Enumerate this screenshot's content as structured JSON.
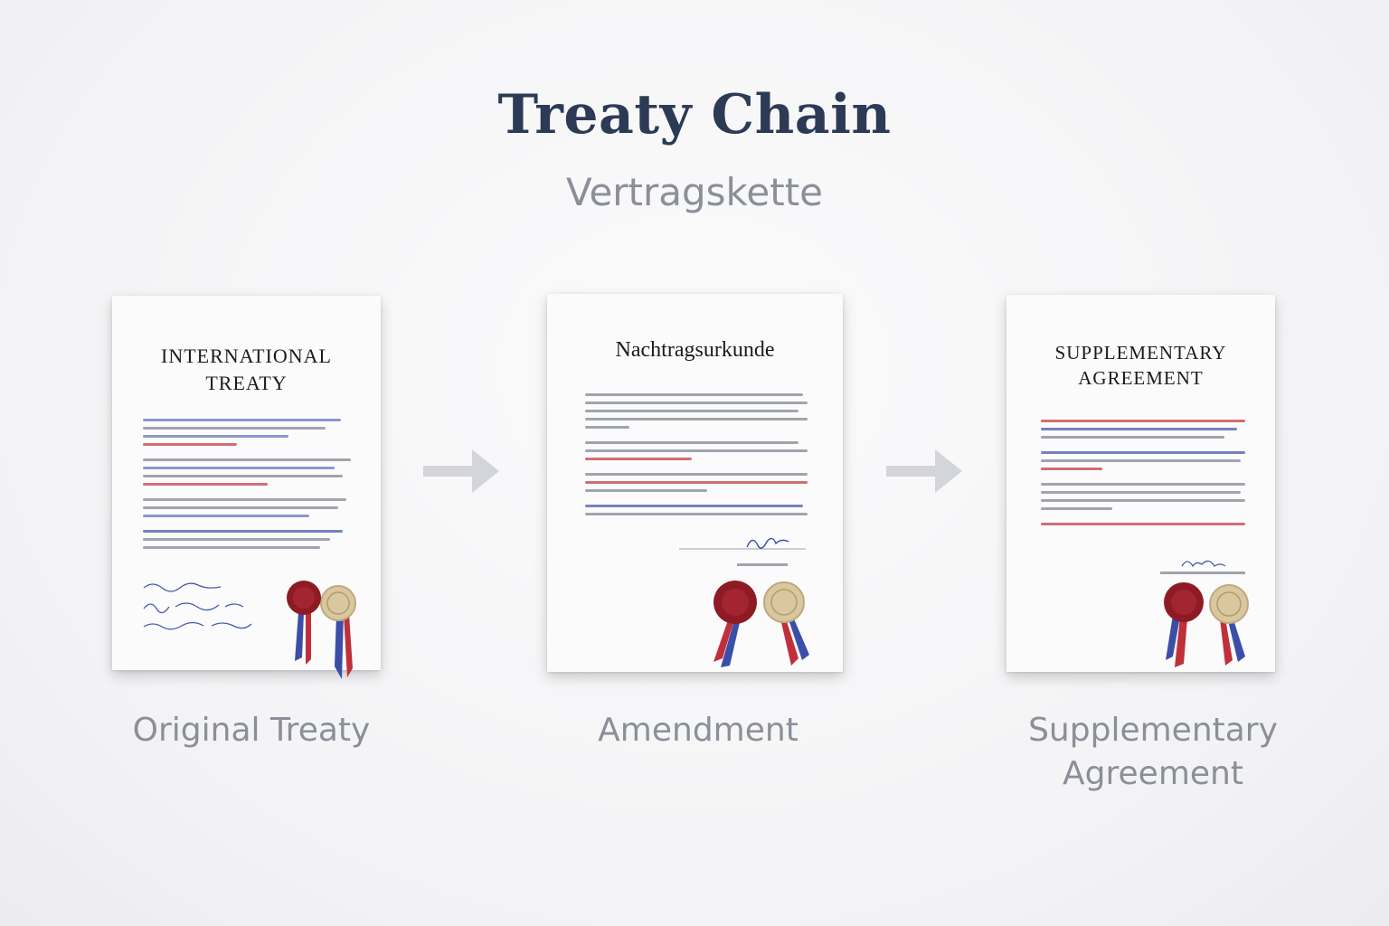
{
  "header": {
    "title": "Treaty Chain",
    "subtitle": "Vertragskette"
  },
  "documents": [
    {
      "heading": "INTERNATIONAL TREATY",
      "caption": "Original Treaty"
    },
    {
      "heading": "Nachtragsurkunde",
      "caption": "Amendment"
    },
    {
      "heading": "SUPPLEMENTARY AGREEMENT",
      "caption": "Supplementary Agreement"
    }
  ],
  "colors": {
    "title": "#2c3a55",
    "subtitle": "#8a8f98",
    "ink_blue": "#3b4fa8",
    "ink_red": "#c0303a",
    "ink_gray": "#7a7f8c",
    "arrow": "#d3d5da",
    "wax_red": "#8e1b24",
    "seal_gold": "#d9c7a0"
  },
  "icons": [
    "arrow-right-icon",
    "wax-seal-icon",
    "gold-seal-icon",
    "ribbon-icon",
    "signature-icon"
  ]
}
